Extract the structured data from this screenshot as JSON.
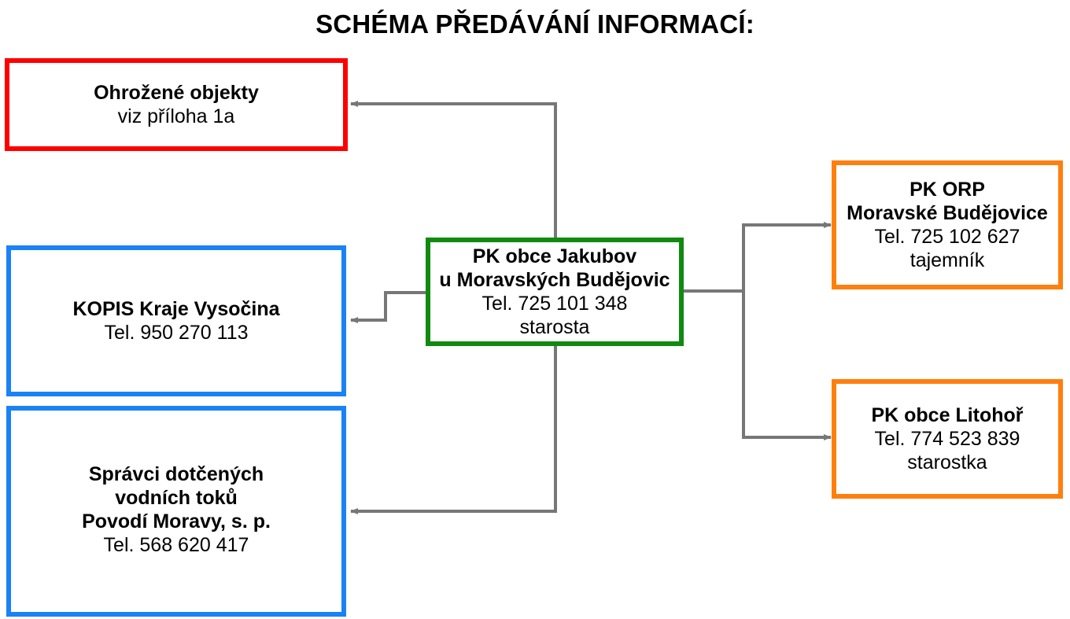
{
  "title": "SCHÉMA PŘEDÁVÁNÍ INFORMACÍ:",
  "colors": {
    "red": "#ff0000",
    "blue": "#1a82f7",
    "green": "#118a11",
    "orange": "#ff7f0e",
    "arrow": "#777777"
  },
  "boxes": {
    "ohrozene": {
      "name": "Ohrožené objekty",
      "line": "viz příloha 1a"
    },
    "kopis": {
      "name": "KOPIS Kraje Vysočina",
      "phone": "Tel. 950 270 113"
    },
    "spravci": {
      "name1": "Správci dotčených",
      "name2": "vodních toků",
      "name3": "Povodí Moravy, s. p.",
      "phone": "Tel. 568 620 417"
    },
    "center": {
      "name1": "PK obce Jakubov",
      "name2": "u Moravských Budějovic",
      "phone": "Tel. 725 101 348",
      "role": "starosta"
    },
    "orp": {
      "name1": "PK ORP",
      "name2": "Moravské Budějovice",
      "phone": "Tel. 725 102 627",
      "role": "tajemník"
    },
    "litohor": {
      "name": "PK obce Litohoř",
      "phone": "Tel. 774 523 839",
      "role": "starostka"
    }
  }
}
